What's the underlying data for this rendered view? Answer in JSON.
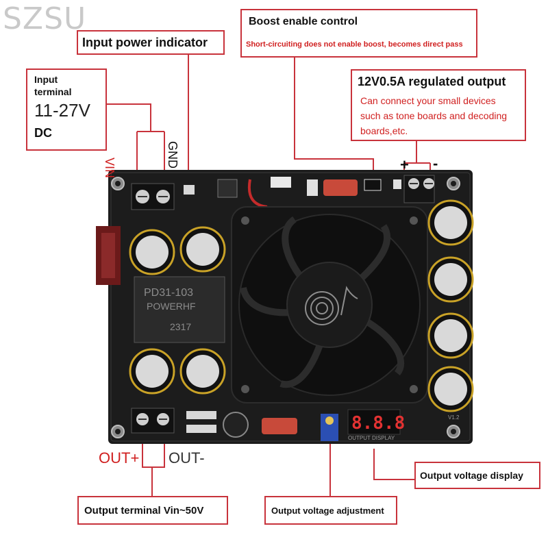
{
  "watermark": "SZSU",
  "callouts": {
    "input_power": {
      "title": "Input power indicator"
    },
    "boost_enable": {
      "title": "Boost enable control",
      "note": "Short-circuiting does not enable boost, becomes direct pass"
    },
    "input_terminal": {
      "title_line1": "Input",
      "title_line2": "terminal",
      "voltage": "11-27V",
      "unit": "DC"
    },
    "regulated_output": {
      "title": "12V0.5A regulated output",
      "note_line1": "Can connect your small devices",
      "note_line2": "such as tone boards and decoding",
      "note_line3": "boards,etc."
    },
    "output_display": {
      "title": "Output voltage display"
    },
    "output_adjust": {
      "title": "Output voltage adjustment"
    },
    "output_terminal": {
      "title": "Output terminal Vin~50V"
    }
  },
  "labels": {
    "vin": "VIN",
    "gnd": "GND",
    "plus": "+",
    "minus": "-",
    "out_plus": "OUT+",
    "out_minus": "OUT-"
  },
  "board": {
    "inductor_text_1": "PD31-103",
    "inductor_text_2": "POWERHF",
    "inductor_text_3": "2317",
    "display_digits": "8.8.8",
    "display_label": "OUTPUT DISPLAY",
    "version": "V1.2"
  },
  "colors": {
    "callout_border": "#c8323b",
    "red_text": "#d02020",
    "pcb": "#1c1c1c",
    "fan": "#151515"
  }
}
